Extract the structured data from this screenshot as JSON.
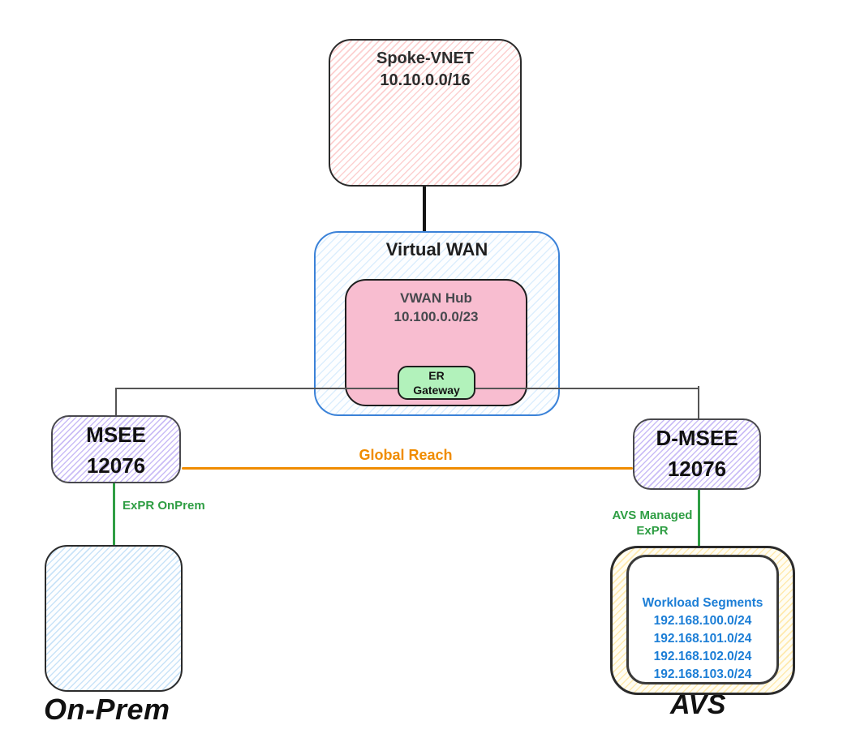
{
  "nodes": {
    "spoke_vnet": {
      "title": "Spoke-VNET",
      "cidr": "10.10.0.0/16"
    },
    "virtual_wan": {
      "title": "Virtual WAN"
    },
    "vwan_hub": {
      "title": "VWAN Hub",
      "cidr": "10.100.0.0/23"
    },
    "er_gateway": {
      "line1": "ER",
      "line2": "Gateway"
    },
    "msee": {
      "name": "MSEE",
      "asn": "12076"
    },
    "d_msee": {
      "name": "D-MSEE",
      "asn": "12076"
    },
    "on_prem": {
      "label": "On-Prem"
    },
    "avs": {
      "label": "AVS",
      "workload_title": "Workload Segments",
      "segments": [
        "192.168.100.0/24",
        "192.168.101.0/24",
        "192.168.102.0/24",
        "192.168.103.0/24"
      ]
    }
  },
  "links": {
    "global_reach": "Global Reach",
    "expr_onprem": "ExPR OnPrem",
    "avs_managed_expr": [
      "AVS Managed",
      "ExPR"
    ]
  },
  "colors": {
    "vwan_border_blue": "#3b82d8",
    "hub_pink": "#f8bdd0",
    "er_green": "#b2f2bb",
    "global_reach_orange": "#f08c00",
    "expr_green": "#2f9e44",
    "workload_blue": "#1c7ed6",
    "connector_gray": "#555555",
    "box_border_dark": "#2b2b2b"
  }
}
